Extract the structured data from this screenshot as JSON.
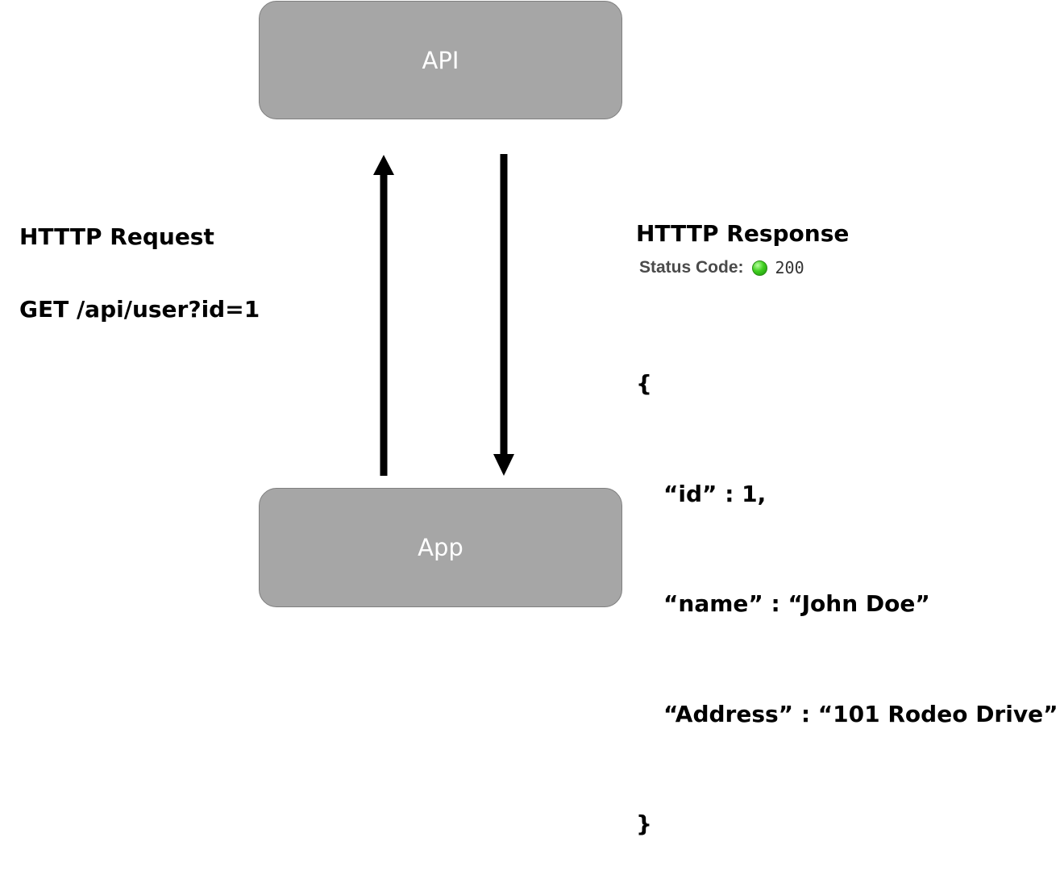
{
  "nodes": {
    "api": "API",
    "app": "App"
  },
  "request": {
    "title": "HTTTP Request",
    "line": "GET /api/user?id=1"
  },
  "response": {
    "title": "HTTTP Response",
    "status_label": "Status Code:",
    "status_code": "200",
    "status_color": "#3fcf1f",
    "body": {
      "open": "{",
      "lines": [
        "“id” : 1,",
        "“name” : “John Doe”",
        "“Address” : “101 Rodeo Drive”"
      ],
      "close": "}"
    }
  },
  "arrows": [
    {
      "from": "App",
      "to": "API",
      "direction": "up"
    },
    {
      "from": "API",
      "to": "App",
      "direction": "down"
    }
  ]
}
